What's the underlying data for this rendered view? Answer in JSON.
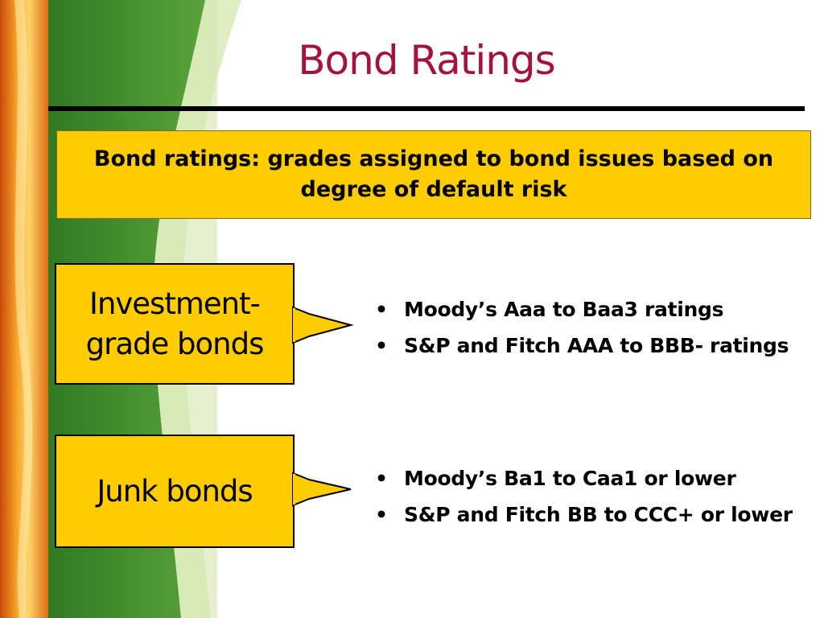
{
  "slide": {
    "title": "Bond Ratings",
    "definition": "Bond ratings: grades assigned to bond issues based on degree of default risk",
    "groups": [
      {
        "label": "Investment-grade bonds",
        "bullets": [
          "Moody’s Aaa to Baa3 ratings",
          "S&P and Fitch AAA to BBB- ratings"
        ]
      },
      {
        "label": "Junk bonds",
        "bullets": [
          "Moody’s Ba1 to Caa1 or lower",
          "S&P and Fitch BB to CCC+ or lower"
        ]
      }
    ],
    "bullet_symbol": "•"
  },
  "colors": {
    "title": "#a3133b",
    "box_fill": "#ffcc00",
    "rule": "#000000",
    "green": "#3f8a2a",
    "light_green": "#cfe3a6",
    "orange": "#f28a16"
  }
}
